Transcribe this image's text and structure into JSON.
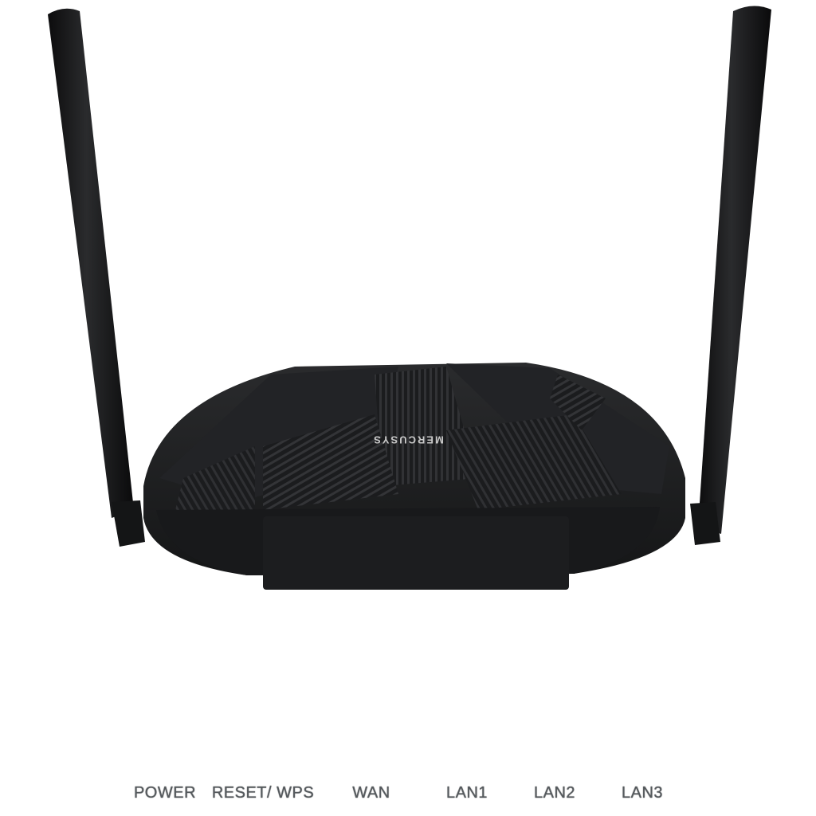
{
  "device": {
    "brand": "MERCUSYS",
    "ports": [
      {
        "id": "power",
        "label": "POWER"
      },
      {
        "id": "reset",
        "label": "RESET/ WPS"
      },
      {
        "id": "wan",
        "label": "WAN"
      },
      {
        "id": "lan1",
        "label": "LAN1"
      },
      {
        "id": "lan2",
        "label": "LAN2"
      },
      {
        "id": "lan3",
        "label": "LAN3"
      }
    ]
  },
  "colors": {
    "callout": "#2fa7a0",
    "body": "#1e1f21",
    "panel": "#121314",
    "wan_port": "#d8d5cd",
    "lan_port": "#080808"
  }
}
